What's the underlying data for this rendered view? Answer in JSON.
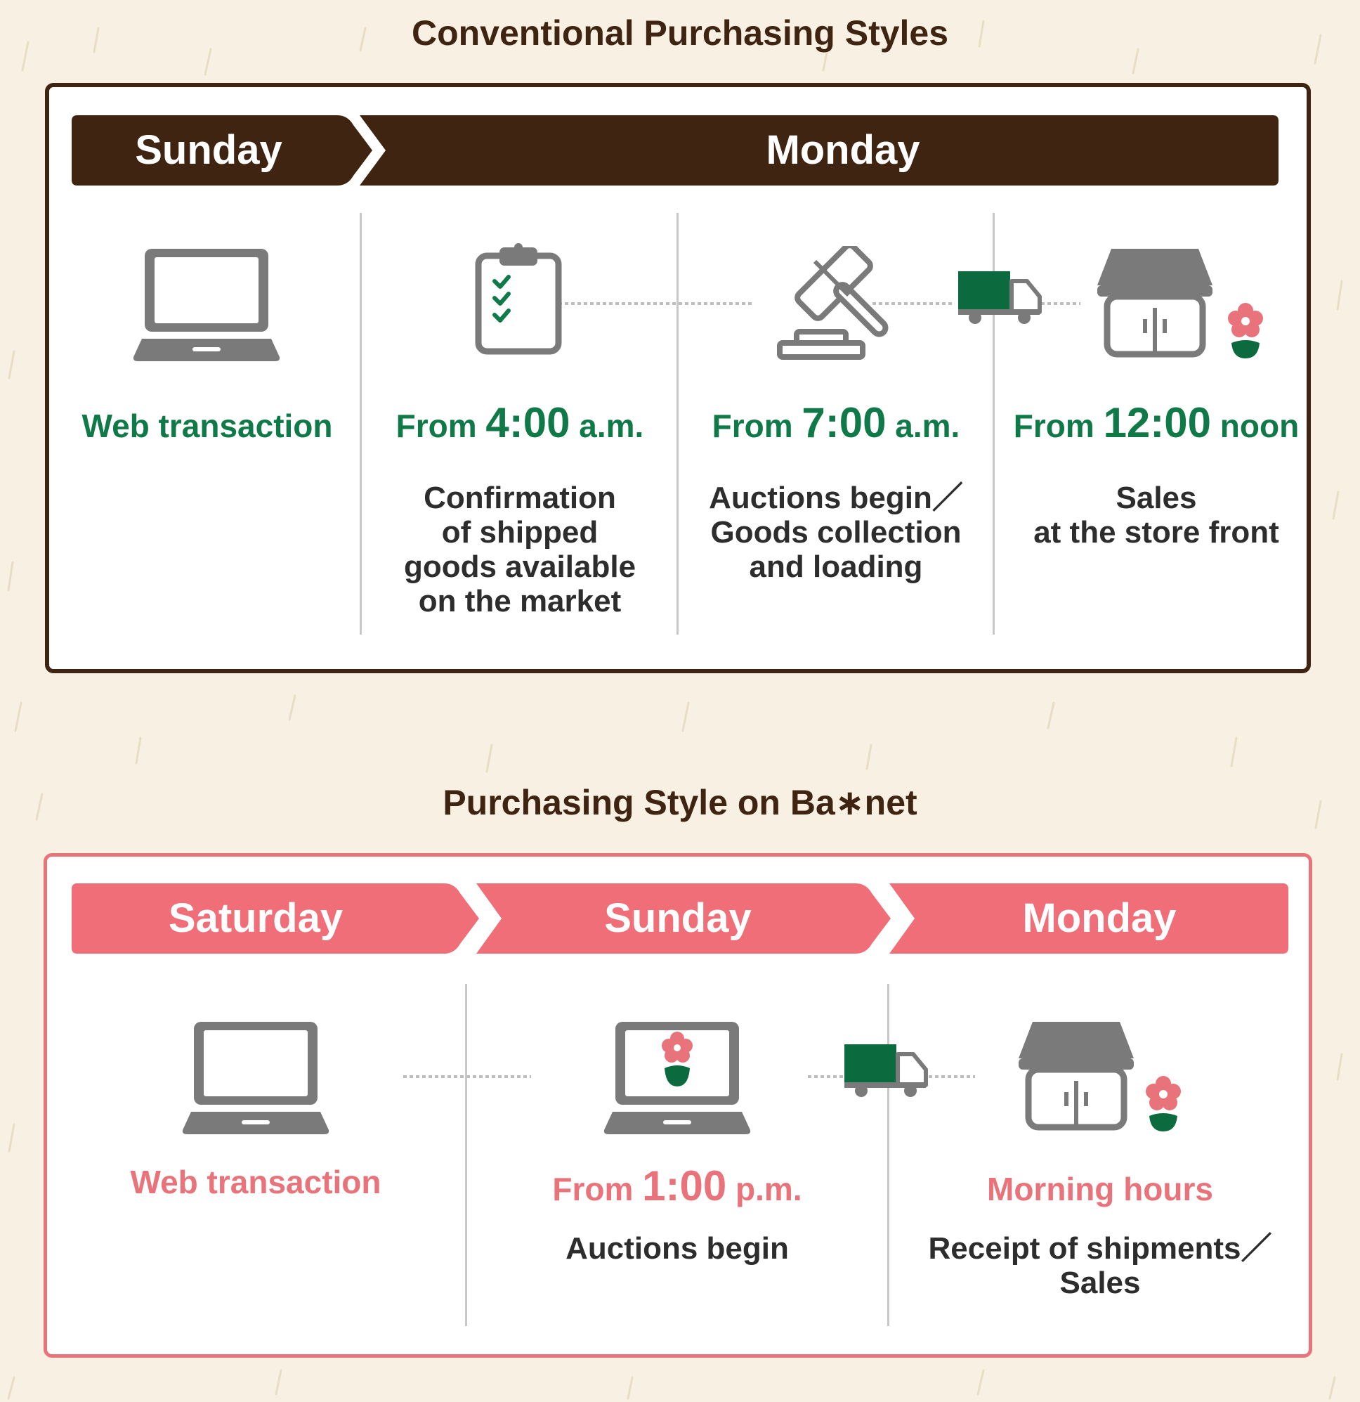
{
  "conventional": {
    "title": "Conventional Purchasing Styles",
    "days": [
      "Sunday",
      "Monday"
    ],
    "steps": [
      {
        "time_main": "Web transaction",
        "time_prefix": "",
        "time_value": "",
        "time_suffix": "",
        "desc": []
      },
      {
        "time_prefix": "From ",
        "time_value": "4:00",
        "time_suffix": " a.m.",
        "desc": [
          "Confirmation",
          "of shipped",
          "goods available",
          "on the market"
        ]
      },
      {
        "time_prefix": "From ",
        "time_value": "7:00",
        "time_suffix": " a.m.",
        "desc": [
          "Auctions begin／",
          "Goods collection",
          "and loading"
        ]
      },
      {
        "time_prefix": "From ",
        "time_value": "12:00",
        "time_suffix": " noon",
        "desc": [
          "Sales",
          "at the store front"
        ]
      }
    ]
  },
  "banet": {
    "title": "Purchasing Style on Ba∗net",
    "days": [
      "Saturday",
      "Sunday",
      "Monday"
    ],
    "steps": [
      {
        "time_main": "Web transaction",
        "desc": []
      },
      {
        "time_prefix": "From ",
        "time_value": "1:00",
        "time_suffix": " p.m.",
        "desc": [
          "Auctions begin"
        ]
      },
      {
        "time_main": "Morning hours",
        "desc": [
          "Receipt of shipments／",
          "Sales"
        ]
      }
    ]
  },
  "colors": {
    "background": "#f8f1e3",
    "brown": "#3e2411",
    "green": "#0f7a47",
    "pink": "#e9737b",
    "icon_gray": "#7a7a7a",
    "truck_green": "#0c6b3e"
  },
  "icons": [
    "laptop-icon",
    "clipboard-checklist-icon",
    "gavel-icon",
    "truck-icon",
    "storefront-icon",
    "flower-icon",
    "laptop-flower-icon"
  ]
}
